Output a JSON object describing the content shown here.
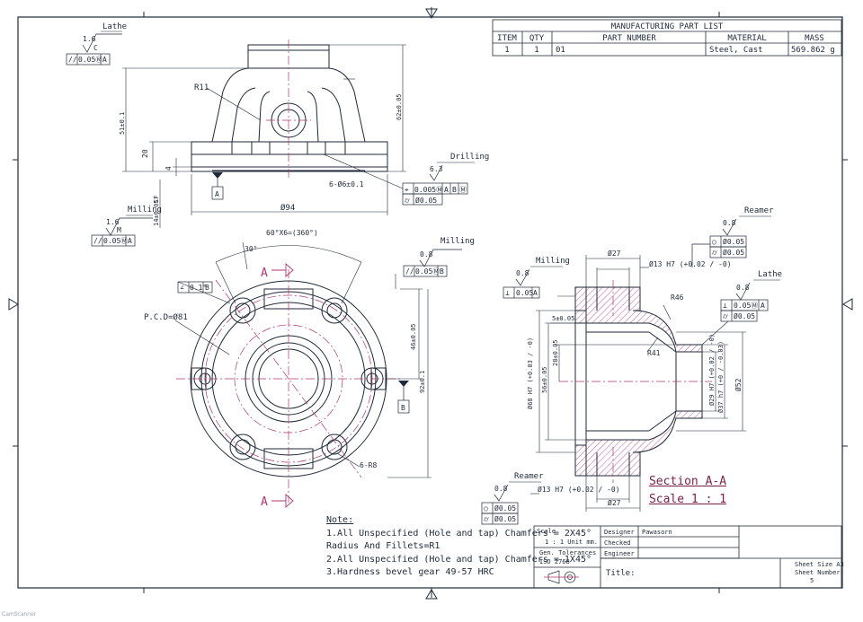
{
  "parts_list": {
    "title": "MANUFACTURING PART LIST",
    "headers": [
      "ITEM",
      "QTY",
      "PART NUMBER",
      "MATERIAL",
      "MASS"
    ],
    "row": [
      "1",
      "1",
      "01",
      "Steel, Cast",
      "569.862 g"
    ]
  },
  "top_view": {
    "lathe": "Lathe",
    "lathe_ra": "1.6",
    "lathe_grade": "C",
    "par1": "//",
    "par1_tol": "0.05Ⓜ",
    "par1_ref": "A",
    "r11": "R11",
    "dim_51": "51±0.1",
    "dim_20": "20",
    "dim_4": "4",
    "dim_62": "62±0.05",
    "dim_94": "Ø94",
    "datum_a": "A",
    "holes": "6-Ø6±0.1",
    "drilling": "Drilling",
    "drill_ra": "6.3",
    "pos_sym": "⌖",
    "pos_tol": "0.005Ⓜ",
    "pos_ref1": "A",
    "pos_ref2": "B",
    "pos_ref3": "Ⓜ",
    "cyl_sym": "⌭",
    "cyl_tol": "Ø0.05",
    "milling": "Milling",
    "mill_ra": "1.6",
    "mill_grade": "M",
    "par2": "//",
    "par2_tol": "0.05Ⓜ",
    "par2_ref": "A",
    "dim_14": "14±0.05",
    "cf": "CF"
  },
  "front_view": {
    "angle_total": "60°X6=(360°)",
    "angle_30": "30°",
    "ang_sym": "∠",
    "ang_tol": "0.1°",
    "ang_ref": "B",
    "pcd": "P.C.D=Ø81",
    "section_a_top": "A",
    "section_a_bot": "A",
    "mill_ra": "0.8",
    "milling": "Milling",
    "par_sym": "//",
    "par_tol": "0.05Ⓜ",
    "par_ref": "B",
    "dim_46": "46±0.05",
    "dim_92": "92±0.1",
    "datum_b": "B",
    "r8": "6-R8"
  },
  "section_view": {
    "dim_27_top": "Ø27",
    "dim_13_top": "Ø13 H7 (+0.02 / -0)",
    "reamer_top": "Reamer",
    "reamer_top_ra": "0.8",
    "circ_sym": "○",
    "circ_tol": "Ø0.05",
    "cyl_sym": "⌭",
    "cyl_tol": "Ø0.05",
    "mill_ra": "0.8",
    "milling": "Milling",
    "perp_sym": "⊥",
    "perp_tol": "0.05",
    "perp_ref": "A",
    "lathe": "Lathe",
    "lathe_ra": "0.8",
    "perp2_tol": "0.05Ⓜ",
    "perp2_ref": "A",
    "cyl2_tol": "Ø0.05",
    "r46": "R46",
    "r41": "R41",
    "dim_5": "5±0.05",
    "dim_28": "28±0.05",
    "dim_56": "56±0.05",
    "dim_68": "Ø68 H7 (+0.03 / -0)",
    "dim_29": "Ø29 H7 (+0.02 / -0)",
    "dim_37": "Ø37 h7 (+0 / -0.03)",
    "dim_52": "Ø52",
    "reamer_bot": "Reamer",
    "reamer_bot_ra": "0.8",
    "dim_13_bot": "Ø13 H7 (+0.02 / -0)",
    "circ2_tol": "Ø0.05",
    "cyl3_tol": "Ø0.05",
    "dim_27_bot": "Ø27",
    "title1": "Section A-A",
    "title2": "Scale 1 : 1"
  },
  "notes": {
    "heading": "Note:",
    "line1": "1.All Unspecified (Hole and tap) Chamfers = 2X45°",
    "line2": "Radius And Fillets=R1",
    "line3": "2.All Unspecified (Hole and tap) Chamfers = 1X45°",
    "line4": "3.Hardness bevel gear 49-57 HRC"
  },
  "title_block": {
    "scale_label": "Scale",
    "scale_value": "1 : 1 Unit mm.",
    "gen_tol": "Gen. Tolerances",
    "iso": "ISO 2768",
    "designer_label": "Designer",
    "designer_value": "Pawasorn",
    "checked_label": "Checked",
    "engineer_label": "Engineer",
    "title_label": "Title:",
    "sheet_size": "Sheet Size A3",
    "sheet_number": "Sheet Number",
    "sheet_value": "5"
  },
  "watermark": "CamScanner",
  "colors": {
    "line": "#1f2a3a",
    "center": "#b0356e",
    "hatch": "#b0356e"
  }
}
